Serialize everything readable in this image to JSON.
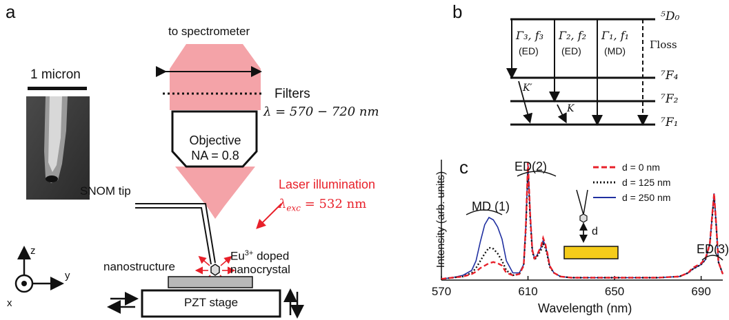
{
  "panel_a": {
    "label": "a",
    "scale_bar": "1 micron",
    "to_spectrometer": "to spectrometer",
    "filters": "Filters",
    "lambda_range": "λ = 570 − 720 nm",
    "objective_line1": "Objective",
    "objective_line2": "NA = 0.8",
    "laser_label": "Laser illumination",
    "laser_lambda": "λ",
    "laser_lambda_sub": "exc",
    "laser_lambda_value": " = 532 nm",
    "snom_tip": "SNOM tip",
    "eu_line1_prefix": "Eu",
    "eu_line1_sup": "3+",
    "eu_line1_suffix": " doped",
    "eu_line2": "nanocrystal",
    "nanostructure": "nanostructure",
    "pzt_stage": "PZT stage",
    "axis_z": "z",
    "axis_y": "y",
    "axis_x": "x",
    "laser_color": "#e8202a",
    "beam_color": "#f4a3a8",
    "stage_top_color": "#b8b8b8"
  },
  "panel_b": {
    "label": "b",
    "level_5d0": "⁵D₀",
    "level_7f4": "⁷F₄",
    "level_7f2": "⁷F₂",
    "level_7f1": "⁷F₁",
    "t3_top": "Γ₃, f₃",
    "t3_bot": "(ED)",
    "t2_top": "Γ₂, f₂",
    "t2_bot": "(ED)",
    "t1_top": "Γ₁, f₁",
    "t1_bot": "(MD)",
    "gamma_loss": "Γloss",
    "k_prime": "K′",
    "k": "K"
  },
  "panel_c": {
    "label": "c",
    "ylabel": "Intensity (arb. units)",
    "xlabel": "Wavelength (nm)",
    "peak_md": "MD (1)",
    "peak_ed2": "ED(2)",
    "peak_ed3": "ED(3)",
    "inset_d": "d",
    "inset_rect_color": "#f5cc1a"
  },
  "chart_data": {
    "type": "line",
    "xlabel": "Wavelength (nm)",
    "ylabel": "Intensity (arb. units)",
    "xlim": [
      570,
      700
    ],
    "ylim": [
      0,
      1.0
    ],
    "x_ticks": [
      570,
      610,
      650,
      690
    ],
    "grid": false,
    "legend_position": "top-right",
    "series": [
      {
        "name": "d = 0 nm",
        "color": "#e8202a",
        "style": "dashed",
        "x": [
          570,
          575,
          580,
          584,
          586,
          588,
          590,
          592,
          594,
          596,
          598,
          600,
          603,
          606,
          608,
          609,
          610,
          611,
          612,
          613,
          614,
          616,
          617,
          618,
          619,
          620,
          622,
          625,
          630,
          640,
          650,
          660,
          670,
          680,
          684,
          686,
          688,
          690,
          692,
          694,
          695,
          696,
          697,
          698,
          700
        ],
        "y": [
          0.01,
          0.02,
          0.03,
          0.05,
          0.07,
          0.1,
          0.12,
          0.14,
          0.15,
          0.14,
          0.12,
          0.06,
          0.04,
          0.05,
          0.12,
          0.45,
          0.98,
          0.55,
          0.25,
          0.18,
          0.2,
          0.28,
          0.35,
          0.3,
          0.22,
          0.12,
          0.06,
          0.03,
          0.02,
          0.02,
          0.02,
          0.02,
          0.02,
          0.03,
          0.06,
          0.1,
          0.12,
          0.14,
          0.18,
          0.3,
          0.52,
          0.72,
          0.45,
          0.15,
          0.05
        ]
      },
      {
        "name": "d = 125 nm",
        "color": "#111111",
        "style": "dotted",
        "x": [
          570,
          575,
          580,
          584,
          586,
          588,
          590,
          592,
          594,
          596,
          598,
          600,
          603,
          606,
          608,
          609,
          610,
          611,
          612,
          613,
          614,
          616,
          617,
          618,
          619,
          620,
          622,
          625,
          630,
          640,
          650,
          660,
          670,
          680,
          684,
          686,
          688,
          690,
          692,
          694,
          695,
          696,
          697,
          698,
          700
        ],
        "y": [
          0.01,
          0.02,
          0.03,
          0.06,
          0.1,
          0.16,
          0.22,
          0.27,
          0.26,
          0.22,
          0.16,
          0.08,
          0.04,
          0.05,
          0.12,
          0.42,
          0.93,
          0.52,
          0.24,
          0.17,
          0.19,
          0.25,
          0.3,
          0.27,
          0.2,
          0.11,
          0.06,
          0.03,
          0.02,
          0.02,
          0.02,
          0.02,
          0.02,
          0.03,
          0.06,
          0.09,
          0.11,
          0.13,
          0.17,
          0.3,
          0.5,
          0.7,
          0.44,
          0.15,
          0.05
        ]
      },
      {
        "name": "d = 250 nm",
        "color": "#1f2fa0",
        "style": "solid",
        "x": [
          570,
          575,
          580,
          584,
          586,
          588,
          590,
          592,
          594,
          596,
          598,
          600,
          603,
          606,
          608,
          609,
          610,
          611,
          612,
          613,
          614,
          616,
          617,
          618,
          619,
          620,
          622,
          625,
          630,
          640,
          650,
          660,
          670,
          680,
          684,
          686,
          688,
          690,
          692,
          694,
          695,
          696,
          697,
          698,
          700
        ],
        "y": [
          0.01,
          0.02,
          0.04,
          0.08,
          0.16,
          0.32,
          0.46,
          0.52,
          0.5,
          0.44,
          0.34,
          0.16,
          0.06,
          0.06,
          0.13,
          0.44,
          0.96,
          0.54,
          0.26,
          0.18,
          0.2,
          0.27,
          0.33,
          0.29,
          0.21,
          0.12,
          0.06,
          0.03,
          0.02,
          0.02,
          0.02,
          0.02,
          0.02,
          0.03,
          0.06,
          0.09,
          0.11,
          0.13,
          0.17,
          0.3,
          0.51,
          0.72,
          0.45,
          0.15,
          0.05
        ]
      }
    ]
  }
}
